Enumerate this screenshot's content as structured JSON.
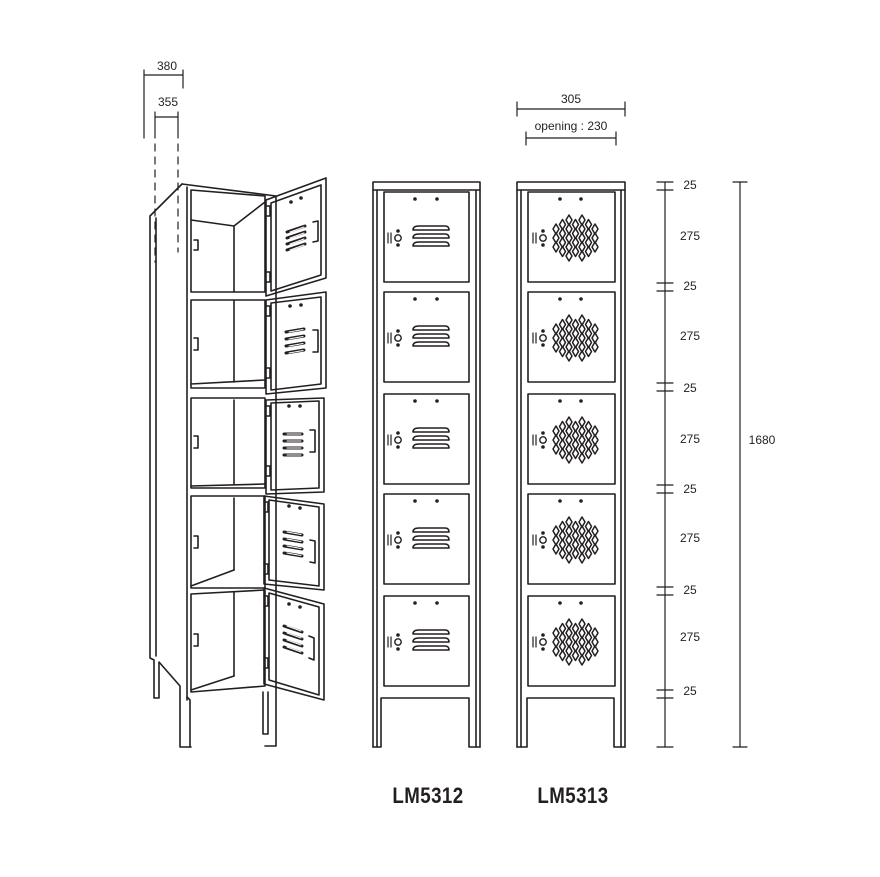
{
  "colors": {
    "line": "#231f20",
    "background": "#ffffff"
  },
  "perspective_dims": {
    "outer_width": "380",
    "inner_width": "355"
  },
  "front_dims": {
    "overall_width": "305",
    "opening_width": "opening : 230"
  },
  "side_dims": {
    "segments": [
      "25",
      "275",
      "25",
      "275",
      "25",
      "275",
      "25",
      "275",
      "25",
      "275",
      "25"
    ],
    "total_height": "1680"
  },
  "models": [
    {
      "code": "LM5312",
      "vent": "louver"
    },
    {
      "code": "LM5313",
      "vent": "diamond-perforation"
    }
  ],
  "compartments_per_locker": 5
}
